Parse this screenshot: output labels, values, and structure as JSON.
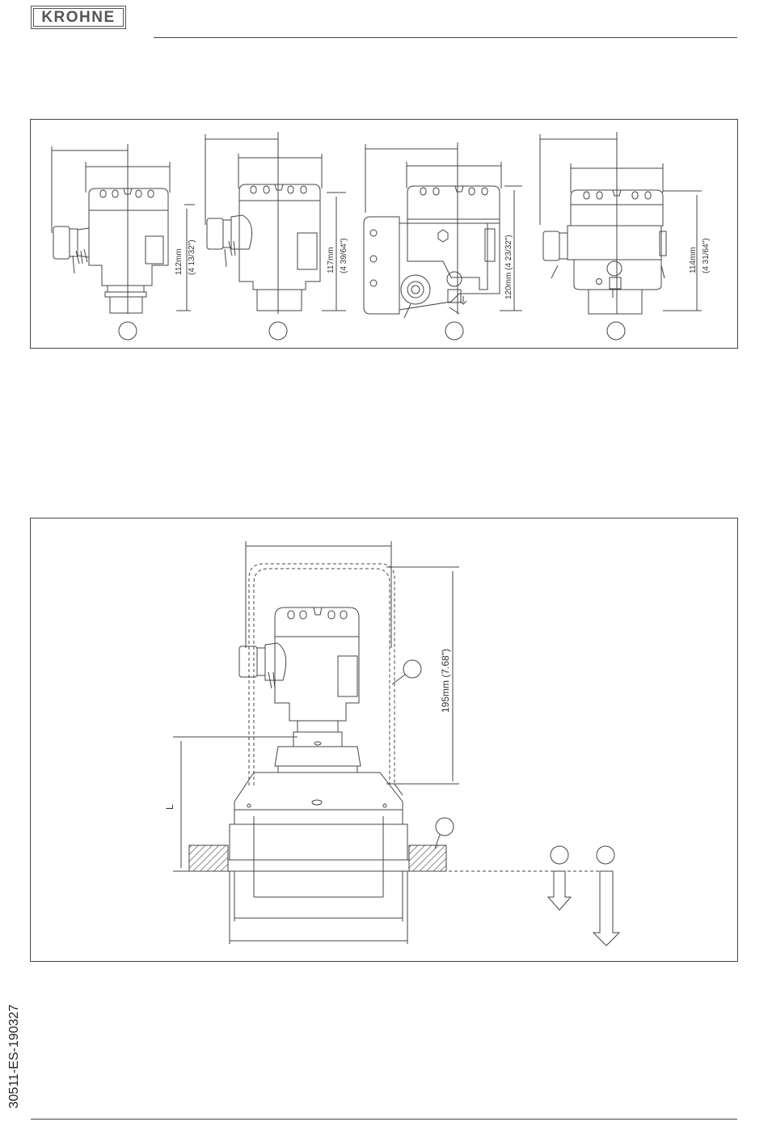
{
  "header": {
    "logo_text": "KROHNE"
  },
  "figure1": {
    "housings": [
      {
        "dim": "112mm",
        "dim_in": "(4 13/32\")"
      },
      {
        "dim": "117mm",
        "dim_in": "(4 39/64\")"
      },
      {
        "dim": "120mm (4 23/32\")",
        "dim_in": ""
      },
      {
        "dim": "114mm",
        "dim_in": "(4 31/64\")"
      }
    ]
  },
  "figure2": {
    "dim_height": "195mm (7.68\")",
    "dim_length": "L"
  },
  "footer": {
    "doc_code": "30511-ES-190327"
  },
  "colors": {
    "line": "#444444",
    "hatch": "#555555",
    "fill_dark": "#d8d8d8"
  }
}
